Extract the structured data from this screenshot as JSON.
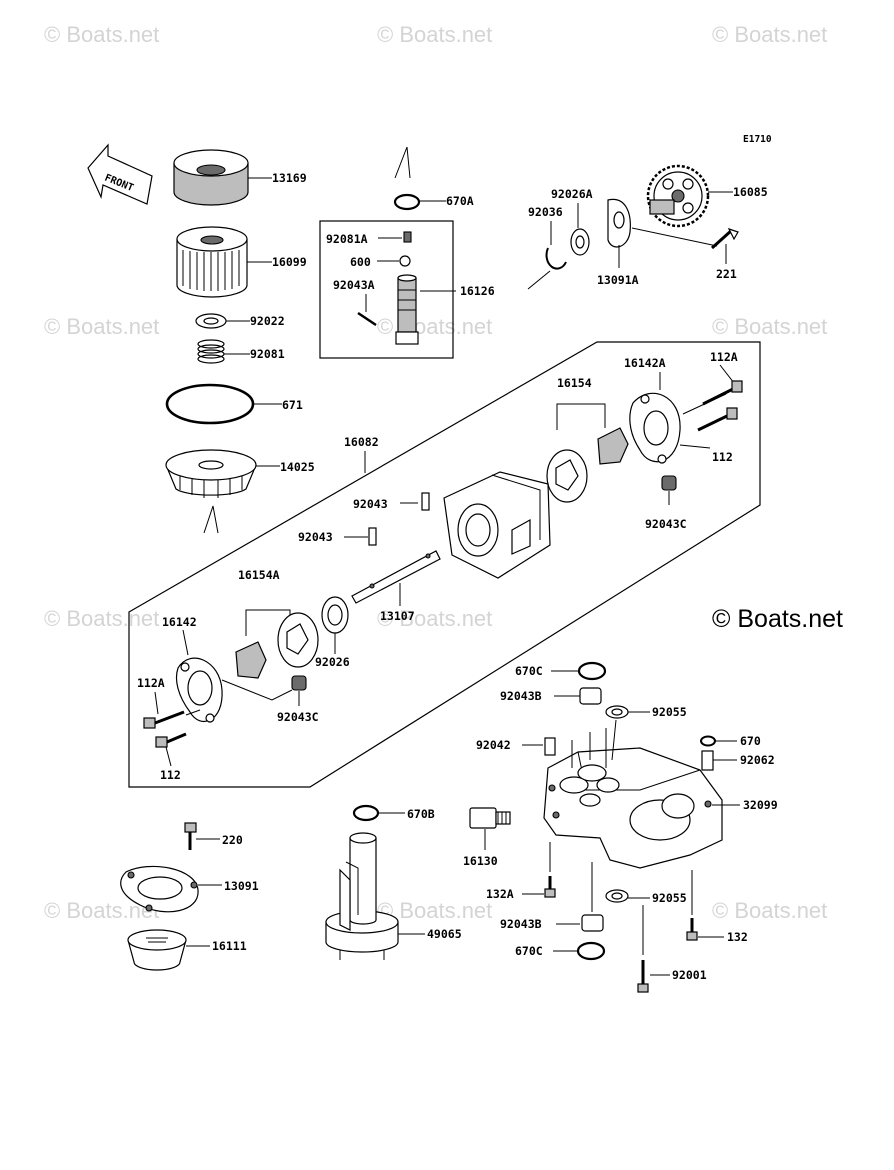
{
  "watermark": "© Boats.net",
  "brand_mark": "© Boats.net",
  "diagram_code": "E1710",
  "front_label": "FRONT",
  "parts": {
    "p13169": "13169",
    "p16099": "16099",
    "p92022": "92022",
    "p92081": "92081",
    "p671": "671",
    "p14025": "14025",
    "p670A": "670A",
    "p92081A": "92081A",
    "p600": "600",
    "p92043A": "92043A",
    "p16126": "16126",
    "p92026A": "92026A",
    "p92036": "92036",
    "p16085": "16085",
    "p13091A": "13091A",
    "p221": "221",
    "p16142A": "16142A",
    "p112A_top": "112A",
    "p16154": "16154",
    "p112_top": "112",
    "p16082": "16082",
    "p92043_a": "92043",
    "p92043_b": "92043",
    "p92043C_top": "92043C",
    "p16154A": "16154A",
    "p13107": "13107",
    "p16142": "16142",
    "p92026": "92026",
    "p112A_bot": "112A",
    "p92043C_bot": "92043C",
    "p112_bot": "112",
    "p670C_top": "670C",
    "p92043B_top": "92043B",
    "p92055_top": "92055",
    "p92042": "92042",
    "p670": "670",
    "p92062": "92062",
    "p32099": "32099",
    "p16130": "16130",
    "p132A": "132A",
    "p92055_bot": "92055",
    "p92043B_bot": "92043B",
    "p132": "132",
    "p670C_bot": "670C",
    "p92001": "92001",
    "p670B": "670B",
    "p49065": "49065",
    "p220": "220",
    "p13091": "13091",
    "p16111": "16111"
  }
}
